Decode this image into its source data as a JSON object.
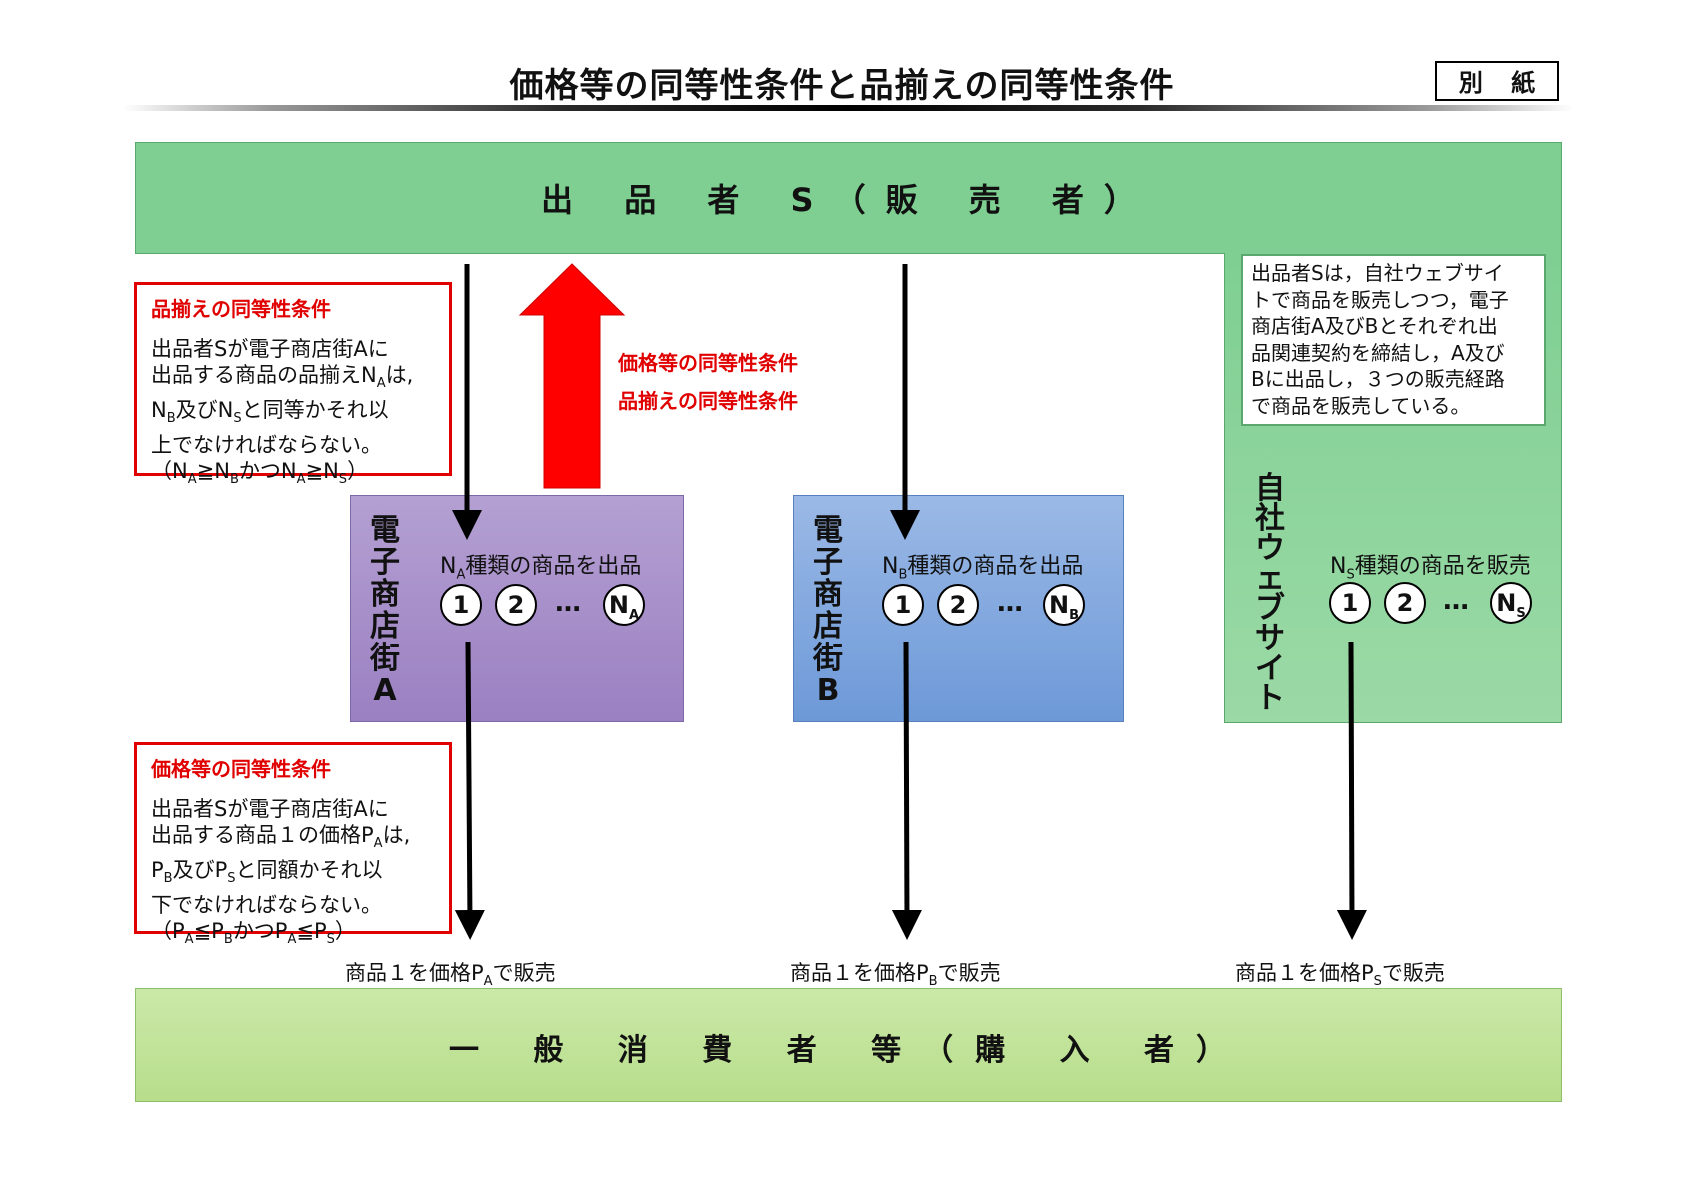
{
  "title": "価格等の同等性条件と品揃えの同等性条件",
  "attachment": "別 紙",
  "seller": "出 品 者 S（販 売 者）",
  "buyer": "一 般 消 費 者 等（購 入 者）",
  "mall_a": {
    "label_chars": [
      "電",
      "子",
      "商",
      "店",
      "街",
      "A"
    ],
    "offer_prefix": "N",
    "offer_sub": "A",
    "offer_suffix": "種類の商品を出品",
    "items": [
      "1",
      "2"
    ],
    "dots": "…",
    "last_main": "N",
    "last_sub": "A"
  },
  "mall_b": {
    "label_chars": [
      "電",
      "子",
      "商",
      "店",
      "街",
      "B"
    ],
    "offer_prefix": "N",
    "offer_sub": "B",
    "offer_suffix": "種類の商品を出品",
    "items": [
      "1",
      "2"
    ],
    "dots": "…",
    "last_main": "N",
    "last_sub": "B"
  },
  "own_site": {
    "label_chars": [
      "自",
      "社",
      "ウ",
      "ェ",
      "ブ",
      "サ",
      "イ",
      "ト"
    ],
    "offer_prefix": "N",
    "offer_sub": "S",
    "offer_suffix": "種類の商品を販売",
    "items": [
      "1",
      "2"
    ],
    "dots": "…",
    "last_main": "N",
    "last_sub": "S"
  },
  "seller_note": [
    "出品者Sは，自社ウェブサイ",
    "トで商品を販売しつつ，電子",
    "商店街A及びBとそれぞれ出",
    "品関連契約を締結し，A及び",
    "Bに出品し，３つの販売経路",
    "で商品を販売している。"
  ],
  "assortment_box": {
    "heading": "品揃えの同等性条件",
    "l1": "出品者Sが電子商店街Aに",
    "l2a": "出品する商品の品揃えN",
    "l2sub": "A",
    "l2b": "は,",
    "l3a": "N",
    "l3sub1": "B",
    "l3b": "及びN",
    "l3sub2": "S",
    "l3c": "と同等かそれ以",
    "l4": "上でなければならない。",
    "l5a": "（N",
    "l5s1": "A",
    "l5b": "≧N",
    "l5s2": "B",
    "l5c": "かつN",
    "l5s3": "A",
    "l5d": "≧N",
    "l5s4": "S",
    "l5e": "）"
  },
  "price_box": {
    "heading": "価格等の同等性条件",
    "l1": "出品者Sが電子商店街Aに",
    "l2a": "出品する商品１の価格P",
    "l2sub": "A",
    "l2b": "は,",
    "l3a": "P",
    "l3sub1": "B",
    "l3b": "及びP",
    "l3sub2": "S",
    "l3c": "と同額かそれ以",
    "l4": "下でなければならない。",
    "l5a": "（P",
    "l5s1": "A",
    "l5b": "≦P",
    "l5s2": "B",
    "l5c": "かつP",
    "l5s3": "A",
    "l5d": "≦P",
    "l5s4": "S",
    "l5e": "）"
  },
  "red_arrow_labels": [
    "価格等の同等性条件",
    "品揃えの同等性条件"
  ],
  "sell_a": {
    "prefix": "商品１を価格P",
    "sub": "A",
    "suffix": "で販売"
  },
  "sell_b": {
    "prefix": "商品１を価格P",
    "sub": "B",
    "suffix": "で販売"
  },
  "sell_s": {
    "prefix": "商品１を価格P",
    "sub": "S",
    "suffix": "で販売"
  },
  "colors": {
    "seller_green": "#7fcf92",
    "mall_a_purple": "#a68bc8",
    "mall_b_blue": "#7ea6df",
    "buyer_green": "#c1e29a",
    "condition_red": "#e00000"
  }
}
